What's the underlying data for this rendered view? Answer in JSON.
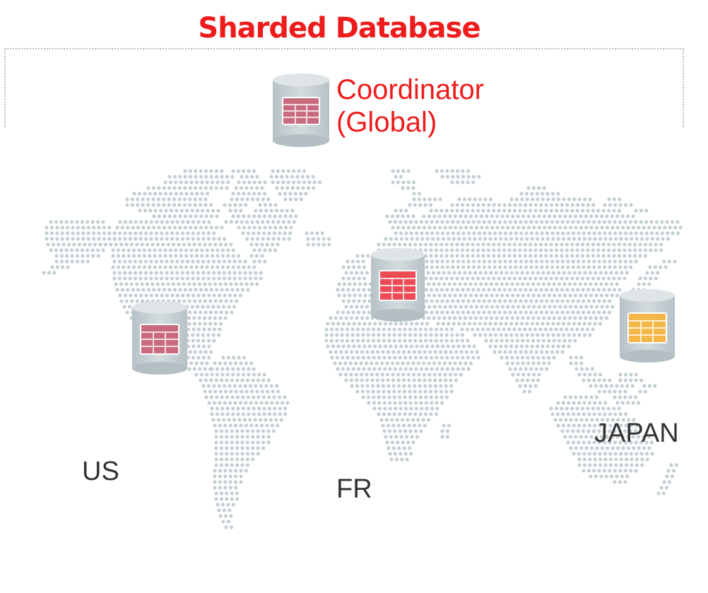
{
  "title": "Sharded Database",
  "coordinator": {
    "line1": "Coordinator",
    "line2": "(Global)"
  },
  "locations": {
    "us": "US",
    "fr": "FR",
    "japan": "JAPAN"
  },
  "colors": {
    "accent": "#ee1c1c",
    "map_dot": "#c5cfd3",
    "cylinder": "#c8d2d6",
    "table_rose": "#c96b7f",
    "table_red": "#ee4b55",
    "table_gold": "#f2b649",
    "text": "#333333"
  },
  "icons": {
    "coordinator": "database-cylinder-icon",
    "shard": "database-cylinder-icon"
  }
}
